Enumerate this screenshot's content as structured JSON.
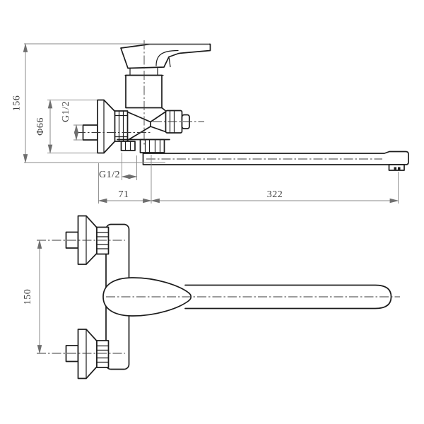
{
  "drawing": {
    "dimensions": {
      "total_height": "156",
      "flange_diameter": "Φ66",
      "inlet_thread": "G1/2",
      "outlet_thread": "G1/2",
      "wall_to_spout_center": "71",
      "spout_reach": "322",
      "mount_center_distance": "150"
    },
    "colors": {
      "line": "#1c1c1c",
      "dimension": "#8a8a8a",
      "text": "#3c3c3c",
      "background": "#ffffff"
    }
  }
}
